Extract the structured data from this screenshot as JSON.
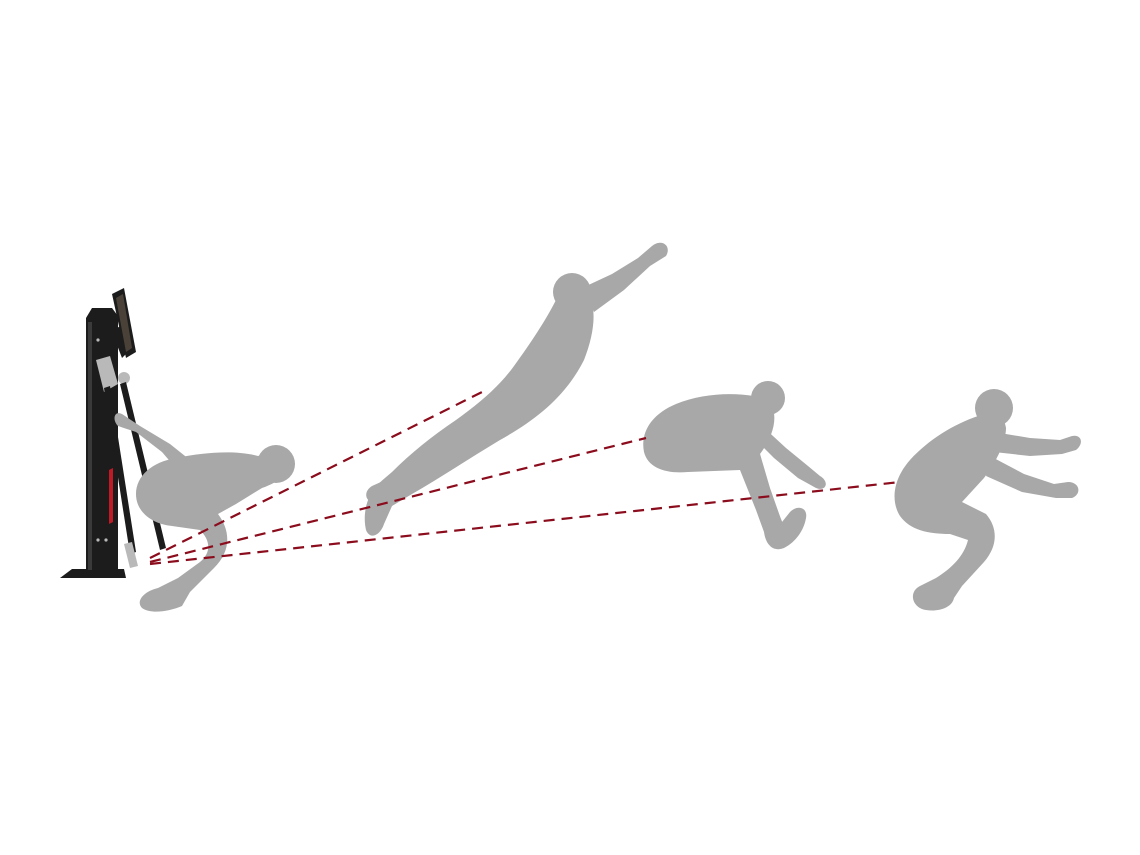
{
  "colors": {
    "background": "#ffffff",
    "silhouette": "#a8a8a8",
    "tether_line": "#8b0c1c",
    "machine_body": "#1c1c1c",
    "machine_accent": "#c01a26",
    "machine_metal": "#b9b9b9"
  },
  "scene": {
    "machine": "resistance-trainer-machine",
    "figures": [
      {
        "pose": "crouch-start",
        "name": "figure-crouch-start"
      },
      {
        "pose": "dive-extended",
        "name": "figure-dive-extended"
      },
      {
        "pose": "tuck-midair",
        "name": "figure-tuck-midair"
      },
      {
        "pose": "landing-squat",
        "name": "figure-landing-squat"
      }
    ],
    "tether_lines": 3
  }
}
